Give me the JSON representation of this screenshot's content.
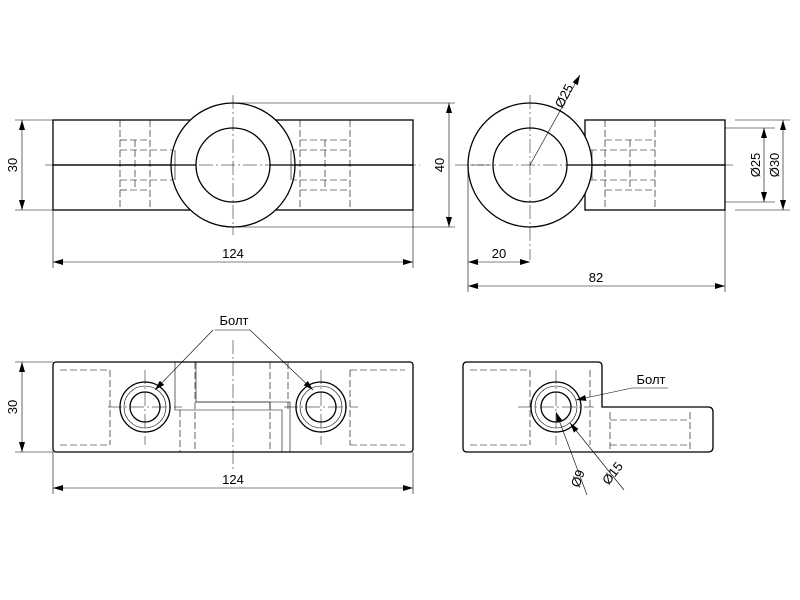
{
  "drawing": {
    "top_view": {
      "dim_length": "124",
      "dim_height": "30",
      "dim_hub_height": "40"
    },
    "side_view": {
      "dim_outer_diameter_top": "Ø25",
      "dim_inner_diameter": "Ø25",
      "dim_outer_diameter": "Ø30",
      "dim_offset": "20",
      "dim_total": "82"
    },
    "front_view": {
      "dim_length": "124",
      "dim_height": "30",
      "bolt_label": "Болт"
    },
    "end_view": {
      "bolt_label": "Болт",
      "dim_hole_inner": "Ø9",
      "dim_hole_outer": "Ø15"
    }
  }
}
